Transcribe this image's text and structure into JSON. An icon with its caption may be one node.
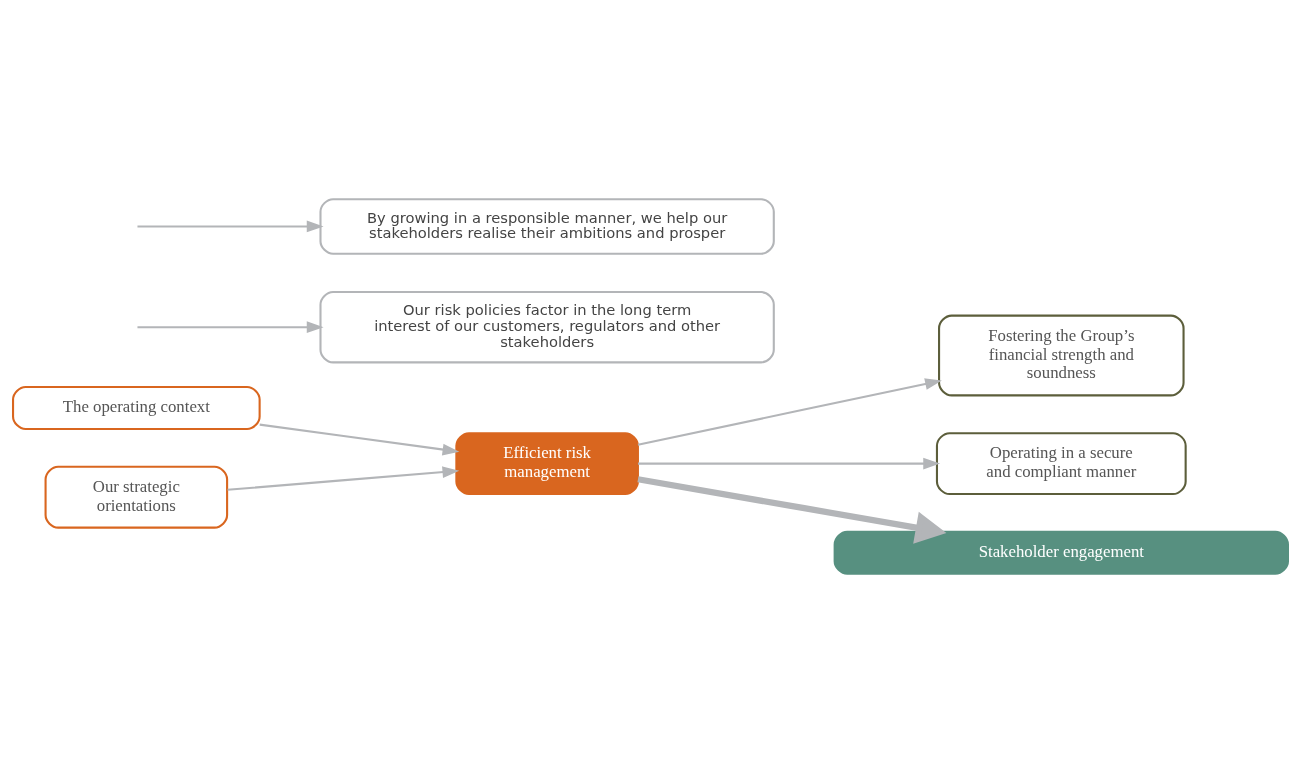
{
  "diagram": {
    "nodes": [
      {
        "text": [
          "The operating context"
        ]
      },
      {
        "text": [
          "Our strategic orientations"
        ]
      },
      {
        "text": [
          "Efficient risk management"
        ]
      },
      {
        "text": [
          "Fostering the Group’s financial strength and soundness"
        ]
      },
      {
        "text": [
          "Operating in a secure and compliant manner"
        ]
      },
      {
        "text": [
          "Stakeholder engagement"
        ]
      },
      {
        "text": [
          "Our risk policies factor in the long term interest of our customers, regulators and other stakeholders"
        ]
      },
      {
        "text": [
          "By growing in a responsible manner, we help our stakeholders realise their ambitions and prosper"
        ]
      }
    ],
    "edges": [
      {
        "from": 0,
        "to": 2,
        "arrow": "to"
      },
      {
        "from": 1,
        "to": 2,
        "arrow": "to"
      },
      {
        "from": 2,
        "to": 3,
        "arrow": "to"
      },
      {
        "from": 2,
        "to": 4,
        "arrow": "to"
      },
      {
        "from": 2,
        "to": 5,
        "arrow": "to",
        "style": "thick"
      },
      {
        "from": null,
        "to": 6,
        "arrow": "to"
      },
      {
        "from": null,
        "to": 7,
        "arrow": "to"
      }
    ]
  }
}
